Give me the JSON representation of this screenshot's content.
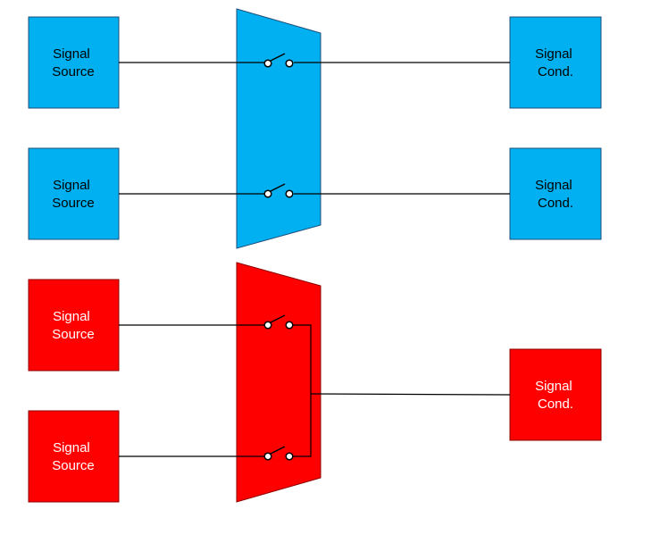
{
  "colors": {
    "blue_fill": "#00B0F0",
    "red_fill": "#FF0000",
    "stroke": "#000000",
    "blue_text": "#000000",
    "red_text": "#ffffff"
  },
  "blue_group": {
    "sources": [
      {
        "line1": "Signal",
        "line2": "Source"
      },
      {
        "line1": "Signal",
        "line2": "Source"
      }
    ],
    "conds": [
      {
        "line1": "Signal",
        "line2": "Cond."
      },
      {
        "line1": "Signal",
        "line2": "Cond."
      }
    ]
  },
  "red_group": {
    "sources": [
      {
        "line1": "Signal",
        "line2": "Source"
      },
      {
        "line1": "Signal",
        "line2": "Source"
      }
    ],
    "cond": {
      "line1": "Signal",
      "line2": "Cond."
    }
  }
}
